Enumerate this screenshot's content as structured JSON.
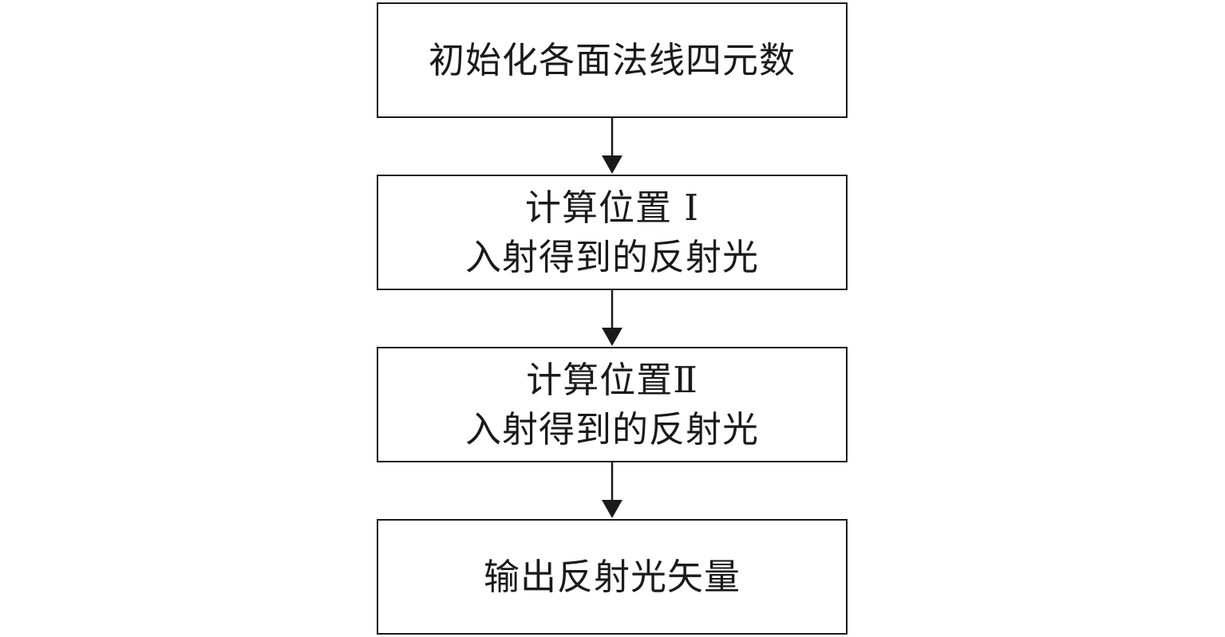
{
  "flowchart": {
    "steps": [
      {
        "lines": [
          "初始化各面法线四元数"
        ]
      },
      {
        "lines": [
          "计算位置 I",
          "入射得到的反射光"
        ]
      },
      {
        "lines": [
          "计算位置Ⅱ",
          "入射得到的反射光"
        ]
      },
      {
        "lines": [
          "输出反射光矢量"
        ]
      }
    ]
  }
}
